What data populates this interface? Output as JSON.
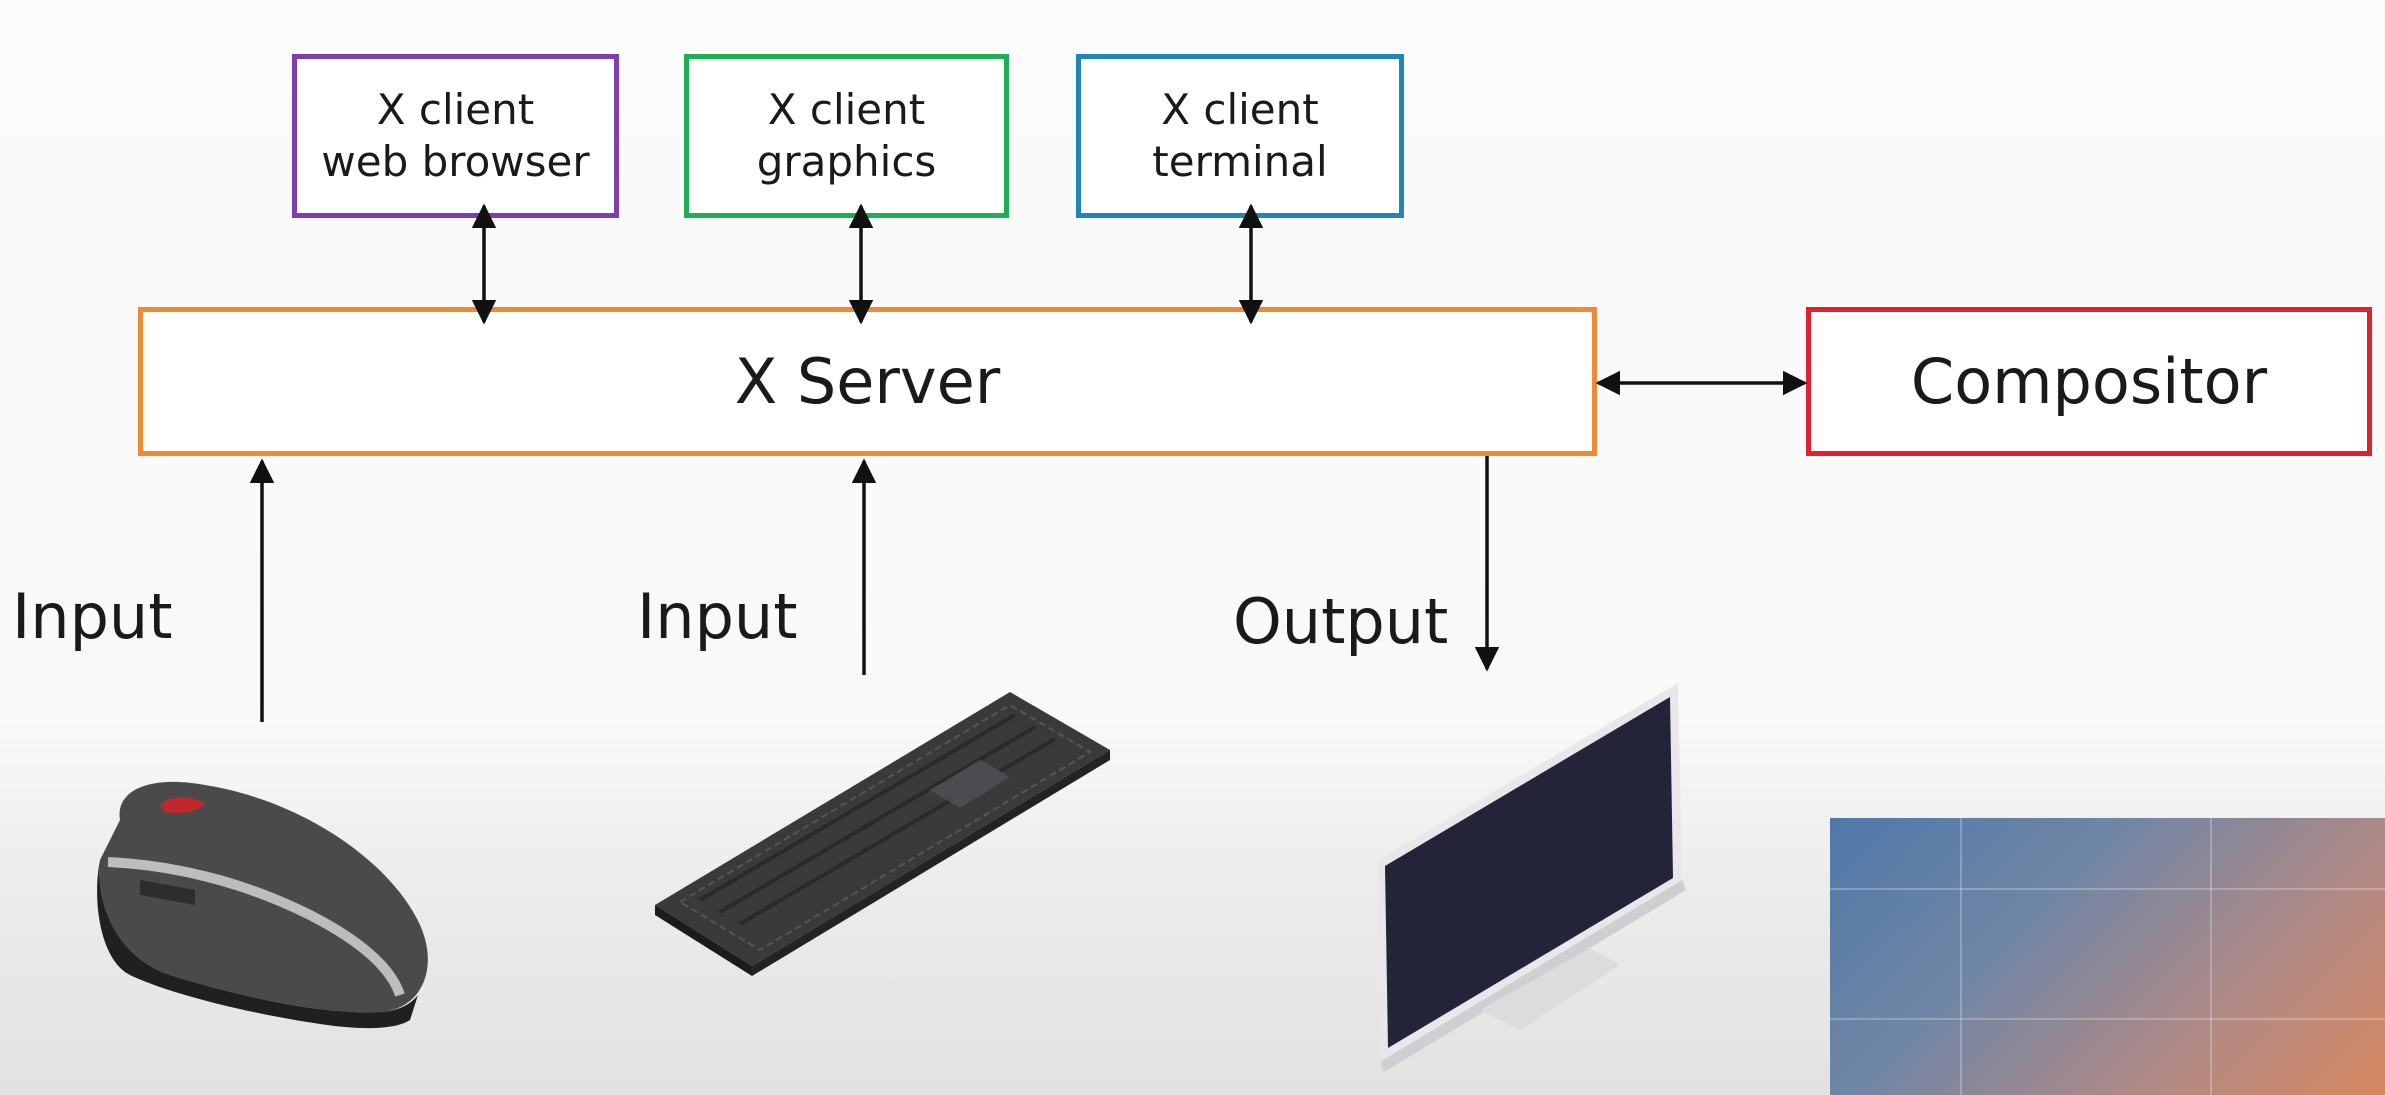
{
  "clients": [
    {
      "line1": "X client",
      "line2": "web browser"
    },
    {
      "line1": "X client",
      "line2": "graphics"
    },
    {
      "line1": "X client",
      "line2": "terminal"
    }
  ],
  "server": {
    "label": "X Server"
  },
  "compositor": {
    "label": "Compositor"
  },
  "io_labels": {
    "mouse": "Input",
    "keyboard": "Input",
    "monitor": "Output"
  },
  "devices": {
    "mouse": "mouse-icon",
    "keyboard": "keyboard-icon",
    "monitor": "monitor-icon"
  },
  "colors": {
    "client_browser_border": "#7b3fb0",
    "client_graphics_border": "#1fae56",
    "client_terminal_border": "#1f86b5",
    "server_border": "#ee8a37",
    "compositor_border": "#e0222f",
    "arrow": "#111111"
  }
}
